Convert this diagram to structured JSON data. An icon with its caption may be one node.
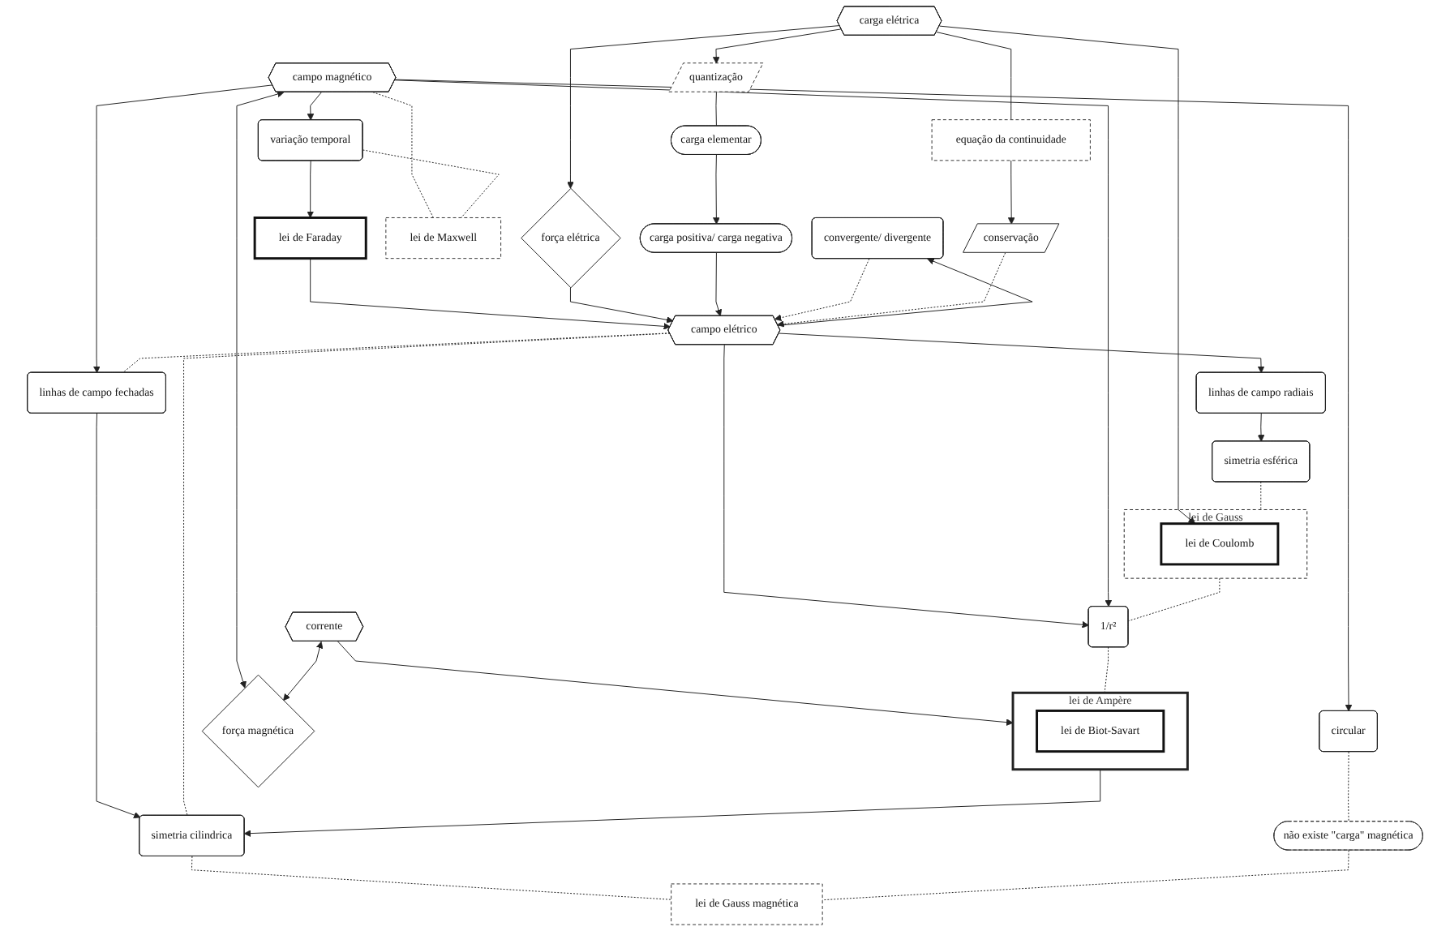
{
  "diagram": {
    "nodes": [
      {
        "text": [
          "convergente/ divergente"
        ]
      },
      {
        "text": [
          "1/r²"
        ]
      },
      {
        "text": [
          "circular"
        ]
      },
      {
        "text": [
          "campo elétrico"
        ]
      },
      {
        "text": [
          "campo magnético"
        ]
      },
      {
        "text": [
          "linhas de campo radiais"
        ]
      },
      {
        "text": [
          "linhas de campo fechadas"
        ]
      },
      {
        "text": [
          "variação temporal"
        ]
      },
      {
        "text": [
          "simetria esférica"
        ]
      },
      {
        "text": [
          "simetria cilindrica"
        ]
      },
      {
        "text": [
          "força elétrica"
        ]
      },
      {
        "text": [
          "lei de Gauss"
        ]
      },
      {
        "text": [
          "lei de Coulomb"
        ],
        "in": 11
      },
      {
        "text": [
          "lei de Faraday"
        ]
      },
      {
        "text": [
          "lei de Maxwell"
        ]
      },
      {
        "text": [
          "lei de Ampère"
        ]
      },
      {
        "text": [
          "lei de Biot-Savart"
        ],
        "in": 15
      },
      {
        "text": [
          "lei de Gauss magnética"
        ]
      },
      {
        "text": [
          "força magnética"
        ]
      },
      {
        "text": [
          "carga elétrica"
        ]
      },
      {
        "text": [
          "corrente"
        ]
      },
      {
        "text": [
          "não existe \"carga\" magnética"
        ]
      },
      {
        "text": [
          "quantização"
        ]
      },
      {
        "text": [
          "equação da continuidade"
        ]
      },
      {
        "text": [
          "carga elementar"
        ]
      },
      {
        "text": [
          "conservação"
        ]
      },
      {
        "text": [
          "carga positiva/ carga negativa"
        ]
      }
    ],
    "edges": [
      {
        "from": 3,
        "to": 0,
        "arrow": "to"
      },
      {
        "from": 3,
        "to": 1,
        "arrow": "to"
      },
      {
        "from": 4,
        "to": 1,
        "arrow": "to"
      },
      {
        "from": 4,
        "to": 2,
        "arrow": "to"
      },
      {
        "from": 3,
        "to": 5,
        "arrow": "to"
      },
      {
        "from": 5,
        "to": 8,
        "arrow": "to"
      },
      {
        "from": 4,
        "to": 6,
        "arrow": "to"
      },
      {
        "from": 6,
        "to": 9,
        "arrow": "to"
      },
      {
        "from": 4,
        "to": 7,
        "arrow": "to"
      },
      {
        "from": 7,
        "to": 13,
        "arrow": "to"
      },
      {
        "from": 13,
        "to": 3,
        "arrow": "to"
      },
      {
        "from": 15,
        "to": 9,
        "arrow": "to"
      },
      {
        "from": 10,
        "to": 3,
        "arrow": "to"
      },
      {
        "from": 4,
        "to": 18,
        "arrow": "both"
      },
      {
        "from": 19,
        "to": 10,
        "arrow": "to"
      },
      {
        "from": 19,
        "to": 12,
        "arrow": "to"
      },
      {
        "from": 19,
        "to": 22,
        "arrow": "to"
      },
      {
        "from": 22,
        "to": 24,
        "arrow": "none"
      },
      {
        "from": 24,
        "to": 26,
        "arrow": "to"
      },
      {
        "from": 26,
        "to": 3,
        "arrow": "to"
      },
      {
        "from": 0,
        "to": 3,
        "arrow": "to",
        "style": "dashed"
      },
      {
        "from": 25,
        "to": 3,
        "arrow": "to",
        "style": "dashed"
      },
      {
        "from": 20,
        "to": 15,
        "arrow": "to"
      },
      {
        "from": 20,
        "to": 18,
        "arrow": "both"
      },
      {
        "from": 19,
        "to": 23,
        "arrow": "none"
      },
      {
        "from": 23,
        "to": 25,
        "arrow": "to"
      },
      {
        "from": 8,
        "to": 11,
        "arrow": "none",
        "style": "dashed"
      },
      {
        "from": 9,
        "to": 17,
        "arrow": "none",
        "style": "dashed"
      },
      {
        "from": 3,
        "to": 6,
        "arrow": "none",
        "style": "dashed"
      },
      {
        "from": 3,
        "to": 9,
        "arrow": "none",
        "style": "dashed"
      },
      {
        "from": 4,
        "to": 14,
        "arrow": "none",
        "style": "dashed"
      },
      {
        "from": 7,
        "to": 14,
        "arrow": "none",
        "style": "dashed"
      },
      {
        "from": 21,
        "to": 17,
        "arrow": "none",
        "style": "dashed"
      },
      {
        "from": 2,
        "to": 21,
        "arrow": "none",
        "style": "dashed"
      },
      {
        "from": 11,
        "to": 1,
        "arrow": "none",
        "style": "dashed"
      },
      {
        "from": 1,
        "to": 15,
        "arrow": "none",
        "style": "dashed"
      }
    ]
  }
}
